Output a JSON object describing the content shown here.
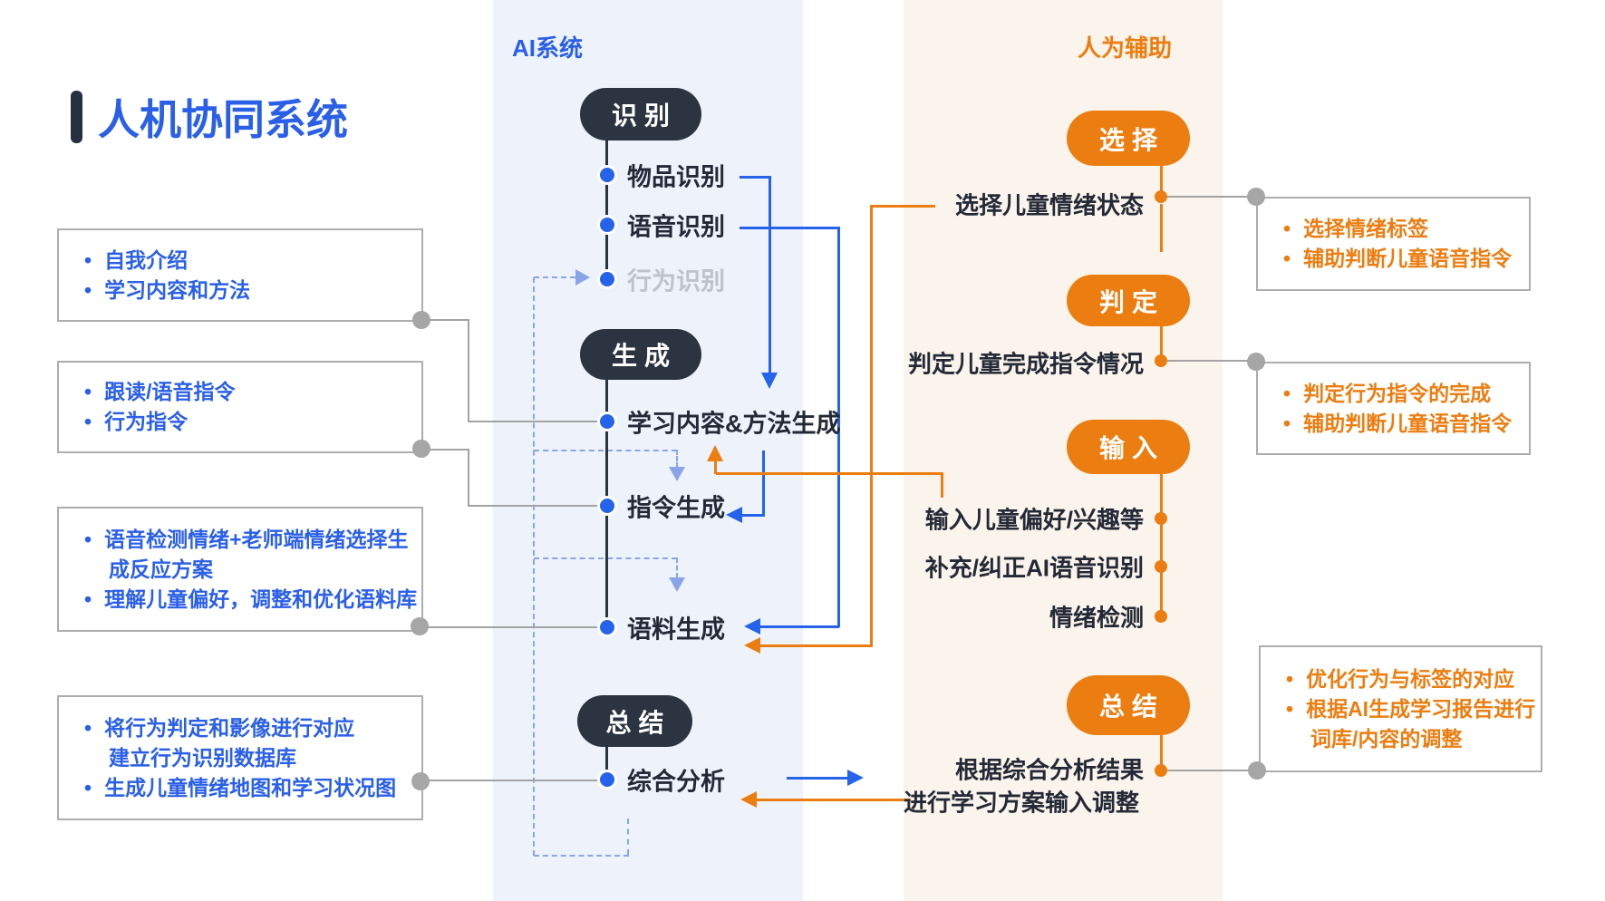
{
  "title": "人机协同系统",
  "ai": {
    "header": "AI系统",
    "pills": {
      "recognize": "识别",
      "generate": "生成",
      "summarize": "总结"
    },
    "items": {
      "object_recognition": "物品识别",
      "speech_recognition": "语音识别",
      "behavior_recognition": "行为识别",
      "content_method_gen": "学习内容&方法生成",
      "instruction_gen": "指令生成",
      "corpus_gen": "语料生成",
      "comprehensive_analysis": "综合分析"
    }
  },
  "human": {
    "header": "人为辅助",
    "pills": {
      "select": "选择",
      "judge": "判定",
      "input": "输入",
      "summarize": "总结"
    },
    "items": {
      "select_emotion": "选择儿童情绪状态",
      "judge_completion": "判定儿童完成指令情况",
      "input_preference": "输入儿童偏好/兴趣等",
      "correct_asr": "补充/纠正AI语音识别",
      "emotion_detect": "情绪检测",
      "analysis_result": "根据综合分析结果",
      "adjust_plan": "进行学习方案输入调整"
    }
  },
  "left_notes": [
    {
      "lines": [
        {
          "bullet": true,
          "text": "自我介绍"
        },
        {
          "bullet": true,
          "text": "学习内容和方法"
        }
      ]
    },
    {
      "lines": [
        {
          "bullet": true,
          "text": "跟读/语音指令"
        },
        {
          "bullet": true,
          "text": "行为指令"
        }
      ]
    },
    {
      "lines": [
        {
          "bullet": true,
          "text": "语音检测情绪+老师端情绪选择生"
        },
        {
          "bullet": false,
          "text": "成反应方案"
        },
        {
          "bullet": true,
          "text": "理解儿童偏好，调整和优化语料库"
        }
      ]
    },
    {
      "lines": [
        {
          "bullet": true,
          "text": "将行为判定和影像进行对应"
        },
        {
          "bullet": false,
          "text": "建立行为识别数据库"
        },
        {
          "bullet": true,
          "text": "生成儿童情绪地图和学习状况图"
        }
      ]
    }
  ],
  "right_notes": [
    {
      "lines": [
        {
          "bullet": true,
          "text": "选择情绪标签"
        },
        {
          "bullet": true,
          "text": "辅助判断儿童语音指令"
        }
      ]
    },
    {
      "lines": [
        {
          "bullet": true,
          "text": "判定行为指令的完成"
        },
        {
          "bullet": true,
          "text": "辅助判断儿童语音指令"
        }
      ]
    },
    {
      "lines": [
        {
          "bullet": true,
          "text": "优化行为与标签的对应"
        },
        {
          "bullet": true,
          "text": "根据AI生成学习报告进行"
        },
        {
          "bullet": false,
          "text": "词库/内容的调整"
        }
      ]
    }
  ],
  "colors": {
    "accent_blue": "#2A5FE8",
    "arrow_blue": "#2563EB",
    "accent_orange": "#EC7D10",
    "pill_dark": "#2B3440",
    "panel_blue": "#EEF3FB",
    "panel_cream": "#FBF4EC",
    "connector_gray": "#A3A3A3",
    "dashed_blue": "#8AA4EC",
    "muted_text": "#BDC3CB"
  }
}
